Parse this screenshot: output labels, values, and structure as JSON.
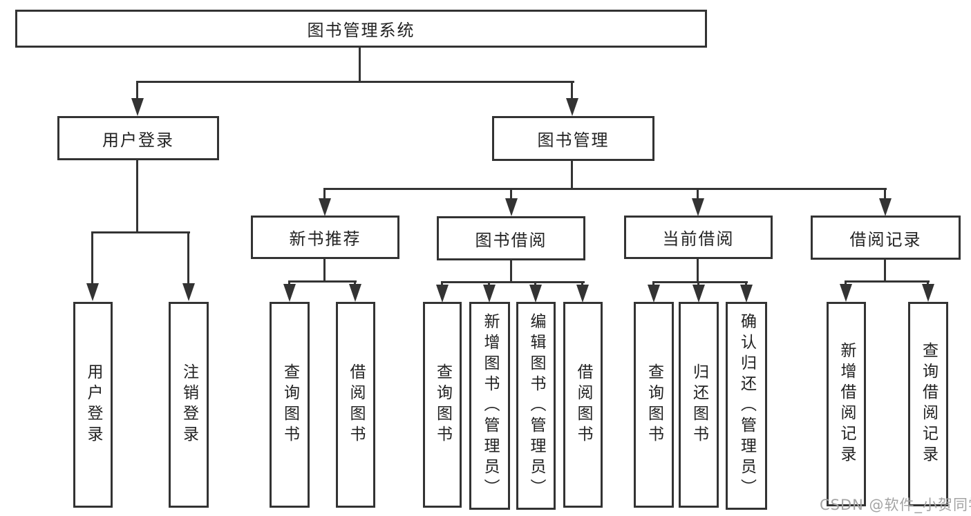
{
  "tree": {
    "label": "图书管理系统",
    "children": [
      {
        "label": "用户登录",
        "children": [
          {
            "label": "用户登录"
          },
          {
            "label": "注销登录"
          }
        ]
      },
      {
        "label": "图书管理",
        "children": [
          {
            "label": "新书推荐",
            "children": [
              {
                "label": "查询图书"
              },
              {
                "label": "借阅图书"
              }
            ]
          },
          {
            "label": "图书借阅",
            "children": [
              {
                "label": "查询图书"
              },
              {
                "label": "新增图书（管理员）"
              },
              {
                "label": "编辑图书（管理员）"
              },
              {
                "label": "借阅图书"
              }
            ]
          },
          {
            "label": "当前借阅",
            "children": [
              {
                "label": "查询图书"
              },
              {
                "label": "归还图书"
              },
              {
                "label": "确认归还（管理员）"
              }
            ]
          },
          {
            "label": "借阅记录",
            "children": [
              {
                "label": "新增借阅记录"
              },
              {
                "label": "查询借阅记录"
              }
            ]
          }
        ]
      }
    ]
  },
  "watermark": "CSDN @软件_小贺同学",
  "colors": {
    "line": "#333333",
    "text": "#222222",
    "watermark_text": "#a3a3a3",
    "background": "#ffffff"
  }
}
